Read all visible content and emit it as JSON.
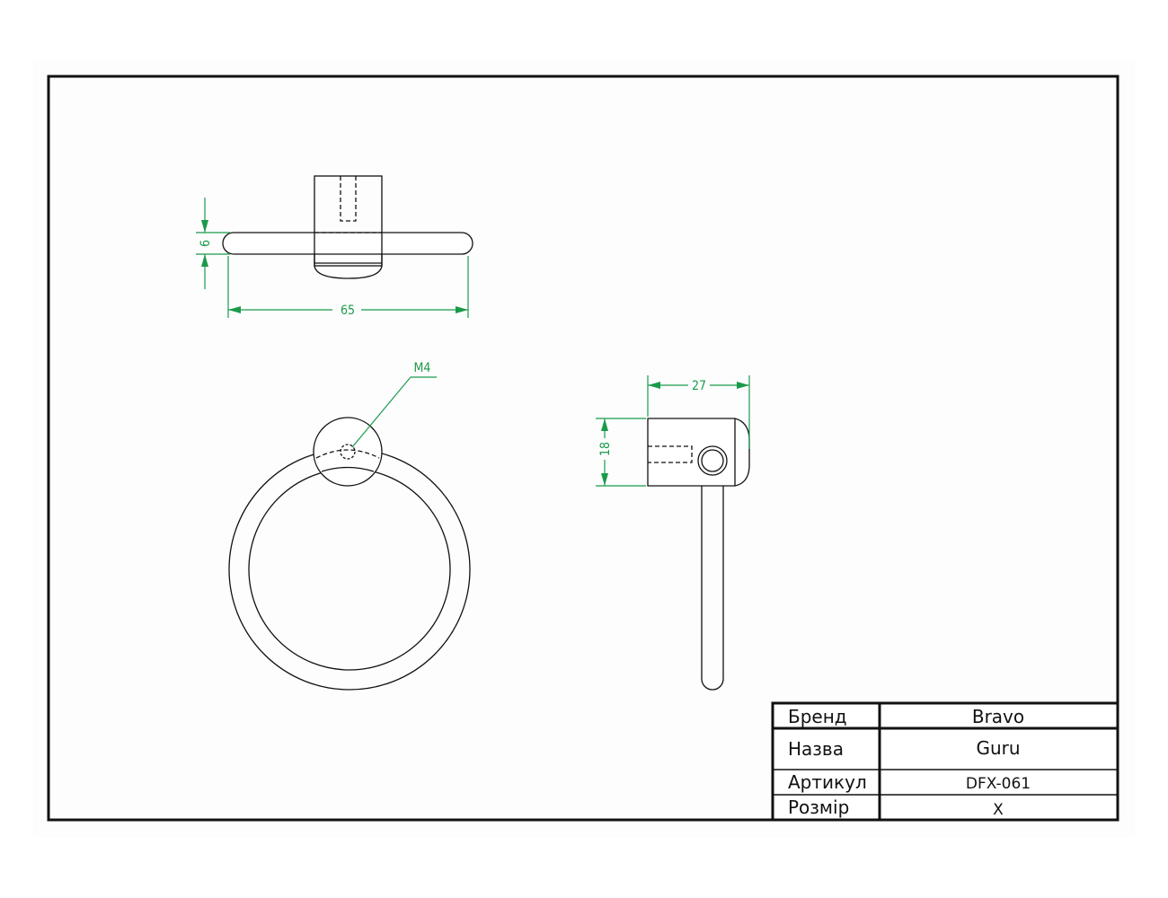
{
  "dimensions": {
    "top_thickness": "6",
    "top_length": "65",
    "thread": "M4",
    "side_depth": "27",
    "side_height": "18"
  },
  "title_block": {
    "rows": [
      {
        "label": "Бренд",
        "value": "Bravo"
      },
      {
        "label": "Назва",
        "value": "Guru"
      },
      {
        "label": "Артикул",
        "value": "DFX-061"
      },
      {
        "label": "Розмір",
        "value": "X"
      }
    ]
  },
  "colors": {
    "line": "#111111",
    "dimension": "#1a9a4a",
    "frame": "#111111"
  }
}
